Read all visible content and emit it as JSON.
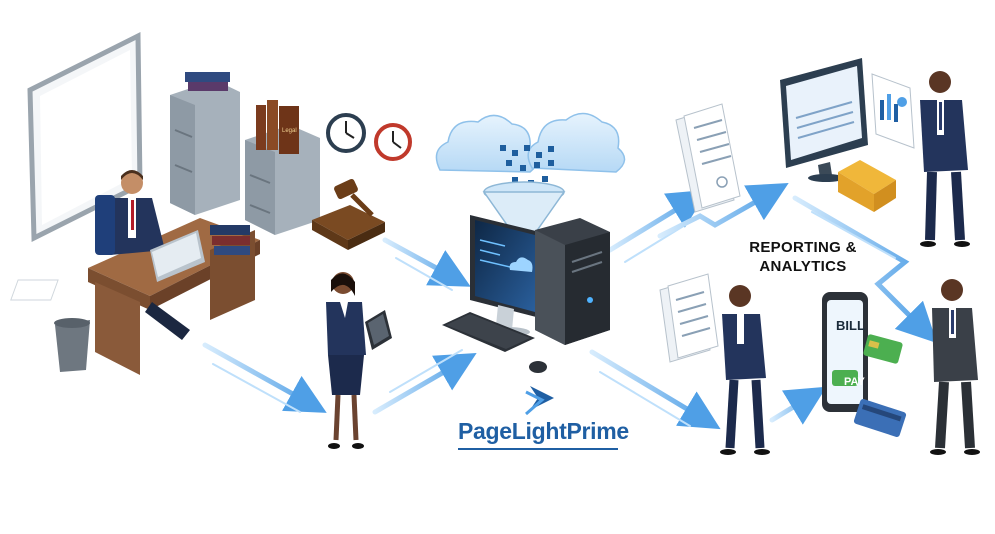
{
  "labels": {
    "reporting_line1": "REPORTING &",
    "reporting_line2": "ANALYTICS",
    "brand": "PageLightPrime",
    "bill": "BILL",
    "pay": "PAY",
    "book_spine": "Legal"
  },
  "icons": [
    "whiteboard-icon",
    "office-desk-icon",
    "filing-cabinet-icon",
    "books-icon",
    "wall-clock-icon",
    "gavel-icon",
    "cloud-icon",
    "funnel-icon",
    "computer-tower-icon",
    "monitor-icon",
    "keyboard-icon",
    "mouse-icon",
    "document-icon",
    "dashboard-icon",
    "folders-icon",
    "mobile-bill-icon",
    "credit-card-icon",
    "person-icon",
    "trash-bin-icon",
    "tablet-icon"
  ],
  "colors": {
    "arrow": "#5aa7e8",
    "arrow_light": "#bfe0fb",
    "brand": "#1f5fa3",
    "suit_navy": "#23345c",
    "desk_wood": "#8a5a3a",
    "cabinet_gray": "#8e9aa5",
    "screen_blue": "#1e4f8a",
    "money_green": "#4caf50"
  }
}
